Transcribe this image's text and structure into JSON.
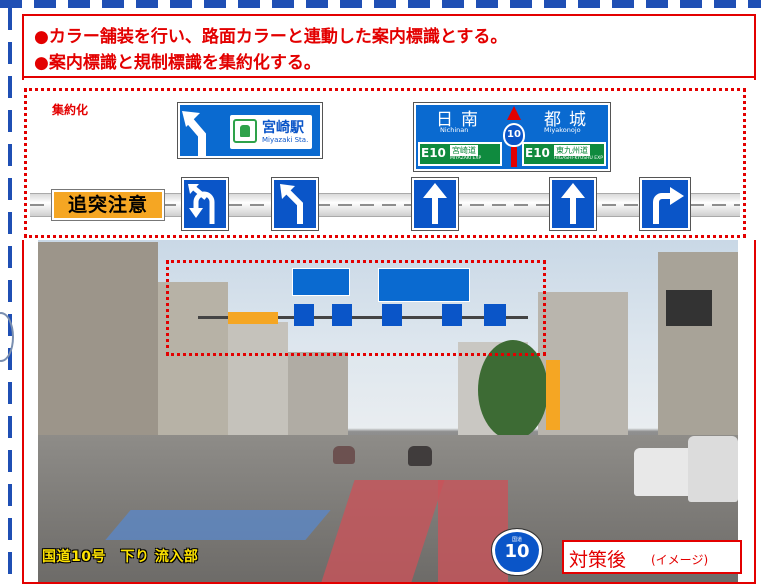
{
  "header": {
    "line1": "●カラー舗装を行い、路面カラーと連動した案内標識とする。",
    "line2": "●案内標識と規制標識を集約化する。"
  },
  "panel": {
    "tag": "集約化",
    "caution": "追突注意",
    "miyazaki": {
      "jp": "宮崎駅",
      "en": "Miyazaki Sta."
    },
    "direction": {
      "left_jp": "日南",
      "left_en": "Nichinan",
      "right_jp": "都城",
      "right_en": "Miyakonojo",
      "route": "10",
      "e10_left": {
        "code": "E10",
        "name": "宮崎道",
        "sub": "MIYAZAKI EXP"
      },
      "e10_right": {
        "code": "E10",
        "name": "東九州道",
        "sub": "HIGASHI-KYUSHU EXP"
      }
    },
    "lane_arrows": [
      "left-uturn",
      "left-turn",
      "straight",
      "straight",
      "right-turn"
    ]
  },
  "photo": {
    "caption": "国道10号　下り 流入部",
    "route_shield": {
      "kanji": "国道",
      "number": "10"
    },
    "after_label": "対策後",
    "after_sub": "(イメージ)"
  },
  "colors": {
    "accent": "#e30000",
    "sign_blue": "#0a6ad0",
    "expressway_green": "#0f8a3e",
    "caution_orange": "#f5a623"
  }
}
